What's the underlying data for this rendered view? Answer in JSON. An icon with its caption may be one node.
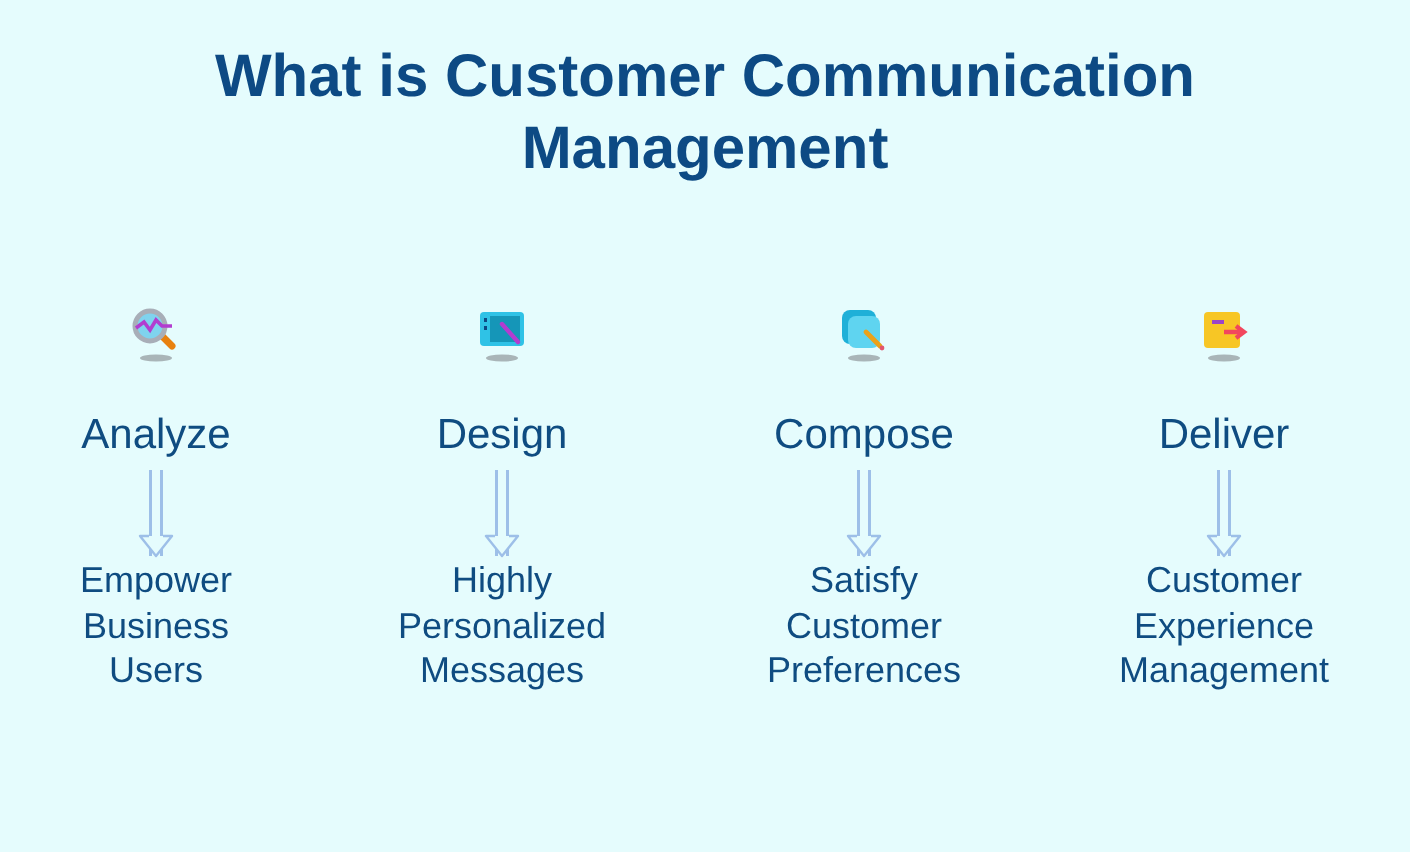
{
  "diagram": {
    "title": "What is Customer Communication Management",
    "nodes": [
      {
        "text": [
          "Analyze"
        ]
      },
      {
        "text": [
          "Design"
        ]
      },
      {
        "text": [
          "Compose"
        ]
      },
      {
        "text": [
          "Deliver"
        ]
      },
      {
        "text": [
          "Empower Business Users"
        ]
      },
      {
        "text": [
          "Highly Personalized Messages"
        ]
      },
      {
        "text": [
          "Satisfy Customer Preferences"
        ]
      },
      {
        "text": [
          "Customer Experience Management"
        ]
      }
    ],
    "edges": [
      {
        "from": 0,
        "to": 4,
        "arrow": "to"
      },
      {
        "from": 1,
        "to": 5,
        "arrow": "to"
      },
      {
        "from": 2,
        "to": 6,
        "arrow": "to"
      },
      {
        "from": 3,
        "to": 7,
        "arrow": "to"
      }
    ]
  }
}
